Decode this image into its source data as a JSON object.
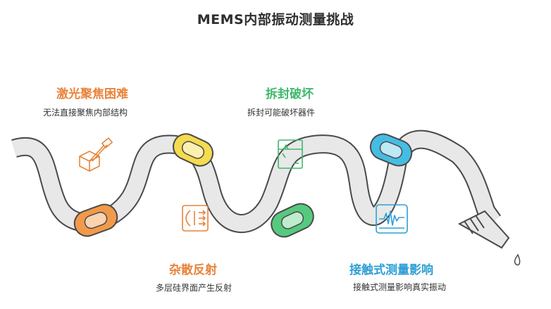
{
  "title": "MEMS内部振动测量挑战",
  "colors": {
    "orange": "#f29a4a",
    "yellow": "#f5db4f",
    "green": "#56c97f",
    "blue": "#45bde3",
    "tube": "#e8e8e8",
    "tube_outline": "#4a4a4a"
  },
  "challenges": [
    {
      "title": "激光聚焦困难",
      "description": "无法直接聚焦内部结构",
      "color": "#e8833a",
      "icon": "box-light-beam-icon"
    },
    {
      "title": "拆封破坏",
      "description": "拆封可能破坏器件",
      "color": "#3fb86c",
      "icon": "opened-box-icon"
    },
    {
      "title": "杂散反射",
      "description": "多层硅界面产生反射",
      "color": "#e8833a",
      "icon": "reflection-layers-icon"
    },
    {
      "title": "接触式测量影响",
      "description": "接触式测量影响真实振动",
      "color": "#2d9fd6",
      "icon": "waveform-monitor-icon"
    }
  ]
}
